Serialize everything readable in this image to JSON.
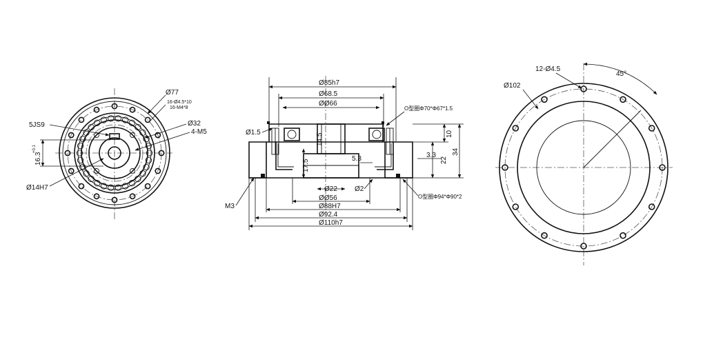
{
  "front_view": {
    "labels": {
      "od77": "Ø77",
      "holes16": "16-Ø4.5*10",
      "holes16b": "16-M4*8",
      "keyway": "5JS9",
      "od32": "Ø32",
      "m5": "4-M5",
      "dim163": "16.3",
      "dim163tol": "+0.1",
      "bore": "Ø14H7"
    }
  },
  "section_view": {
    "labels": {
      "d85": "Ø85h7",
      "d685": "Ø68.5",
      "d66": "ØØ66",
      "oring1": "O型圈Φ70*Φ67*1.5",
      "d15": "Ø1.5",
      "h145": "14.5",
      "h10": "10",
      "h34": "34",
      "h33": "3.3",
      "h22": "22",
      "h53": "5.3",
      "h175": "17.5",
      "d22": "Ø22",
      "d2": "Ø2",
      "oring2": "O型圈Φ94*Φ90*2",
      "d56": "ØØ56",
      "d88": "Ø88H7",
      "d924": "Ø92.4",
      "d110": "Ø110h7",
      "m3": "M3"
    }
  },
  "rear_view": {
    "labels": {
      "holes12": "12-Ø4.5",
      "angle45": "45°",
      "d102": "Ø102"
    }
  }
}
